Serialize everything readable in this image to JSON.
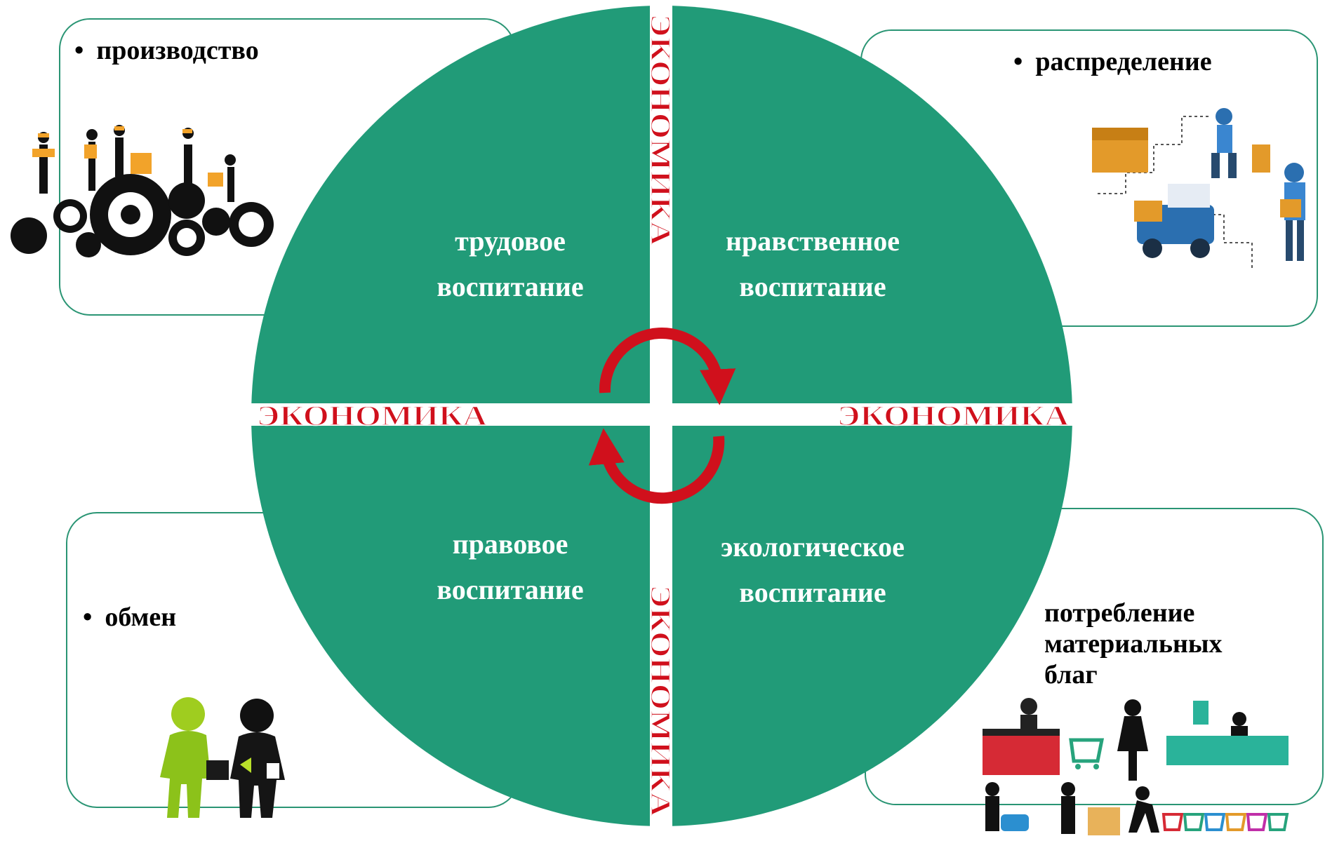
{
  "center": {
    "quadrants": {
      "top_left": [
        "трудовое",
        "воспитание"
      ],
      "top_right": [
        "нравственное",
        "воспитание"
      ],
      "bottom_left": [
        "правовое",
        "воспитание"
      ],
      "bottom_right": [
        "экологическое",
        "воспитание"
      ]
    },
    "axis_word": "ЭКОНОМИКА"
  },
  "corners": {
    "top_left": "производство",
    "top_right": "распределение",
    "bottom_left": "обмен",
    "bottom_right": [
      "потребление",
      "материальных",
      "благ"
    ]
  },
  "colors": {
    "circle": "#219b78",
    "accent_red": "#d0101c",
    "box_border": "#2a9574",
    "quadrant_text": "#ffffff"
  }
}
